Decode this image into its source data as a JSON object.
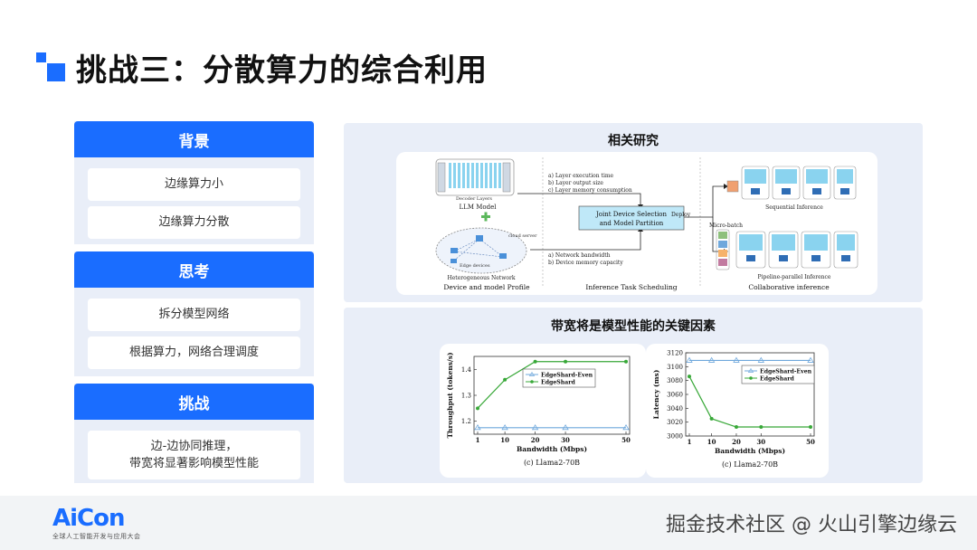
{
  "page": {
    "title": "挑战三：分散算力的综合利用"
  },
  "left": {
    "background": {
      "header": "背景",
      "items": [
        "边缘算力小",
        "边缘算力分散"
      ]
    },
    "thinking": {
      "header": "思考",
      "items": [
        "拆分模型网络",
        "根据算力，网络合理调度"
      ]
    },
    "challenge": {
      "header": "挑战",
      "items": [
        "边-边协同推理，",
        "带宽将显著影响模型性能"
      ]
    }
  },
  "related": {
    "title": "相关研究",
    "diagram": {
      "decoder_layers": "Decoder Layers",
      "llm_model": "LLM Model",
      "cloud_server": "cloud server",
      "edge_devices": "Edge devices",
      "heterogeneous_network": "Heterogeneous Network",
      "col1_label": "Device and model Profile",
      "col2_label": "Inference Task Scheduling",
      "col3_label": "Collaborative inference",
      "profile_items": [
        "a)   Layer execution time",
        "b)   Layer output size",
        "c)   Layer memory consumption"
      ],
      "network_items": [
        "a)   Network bandwidth",
        "b)   Device memory capacity"
      ],
      "joint_box_line1": "Joint Device Selection",
      "joint_box_line2": "and Model Partition",
      "deploy": "Deploy",
      "micro_batch": "Micro-batch",
      "sequential": "Sequential Inference",
      "pipeline": "Pipeline-parallel Inference"
    }
  },
  "bandwidth": {
    "title": "带宽将是模型性能的关键因素"
  },
  "chart_data": [
    {
      "type": "line",
      "caption": "(c) Llama2-70B",
      "xlabel": "Bandwidth (Mbps)",
      "ylabel": "Throughput (tokens/s)",
      "x": [
        1,
        10,
        20,
        30,
        50
      ],
      "xticks": [
        "1",
        "10",
        "20",
        "30",
        "50"
      ],
      "ylim": [
        1.15,
        1.45
      ],
      "yticks": [
        1.2,
        1.3,
        1.4
      ],
      "yticklabels": [
        "1.2",
        "1.3",
        "1.4"
      ],
      "legend_position": "center-right",
      "series": [
        {
          "name": "EdgeShard-Even",
          "values": [
            1.175,
            1.175,
            1.175,
            1.175,
            1.175
          ],
          "color": "#6fa8dc",
          "marker": "triangle"
        },
        {
          "name": "EdgeShard",
          "values": [
            1.25,
            1.36,
            1.43,
            1.43,
            1.43
          ],
          "color": "#38a838",
          "marker": "circle"
        }
      ]
    },
    {
      "type": "line",
      "caption": "(c) Llama2-70B",
      "xlabel": "Bandwidth (Mbps)",
      "ylabel": "Latency (ms)",
      "x": [
        1,
        10,
        20,
        30,
        50
      ],
      "xticks": [
        "1",
        "10",
        "20",
        "30",
        "50"
      ],
      "ylim": [
        3000,
        3120
      ],
      "yticks": [
        3000,
        3020,
        3040,
        3060,
        3080,
        3100,
        3120
      ],
      "yticklabels": [
        "3000",
        "3020",
        "3040",
        "3060",
        "3080",
        "3100",
        "3120"
      ],
      "legend_position": "top-right",
      "series": [
        {
          "name": "EdgeShard-Even",
          "values": [
            3109,
            3109,
            3109,
            3109,
            3109
          ],
          "color": "#6fa8dc",
          "marker": "triangle"
        },
        {
          "name": "EdgeShard",
          "values": [
            3086,
            3025,
            3013,
            3013,
            3013
          ],
          "color": "#38a838",
          "marker": "circle"
        }
      ]
    }
  ],
  "footer": {
    "logo": "AiCon",
    "logo_sub": "全球人工智能开发与应用大会",
    "watermark": "掘金技术社区 @ 火山引擎边缘云"
  },
  "colors": {
    "accent": "#1a6dff",
    "panel_bg": "#e9eef8"
  }
}
